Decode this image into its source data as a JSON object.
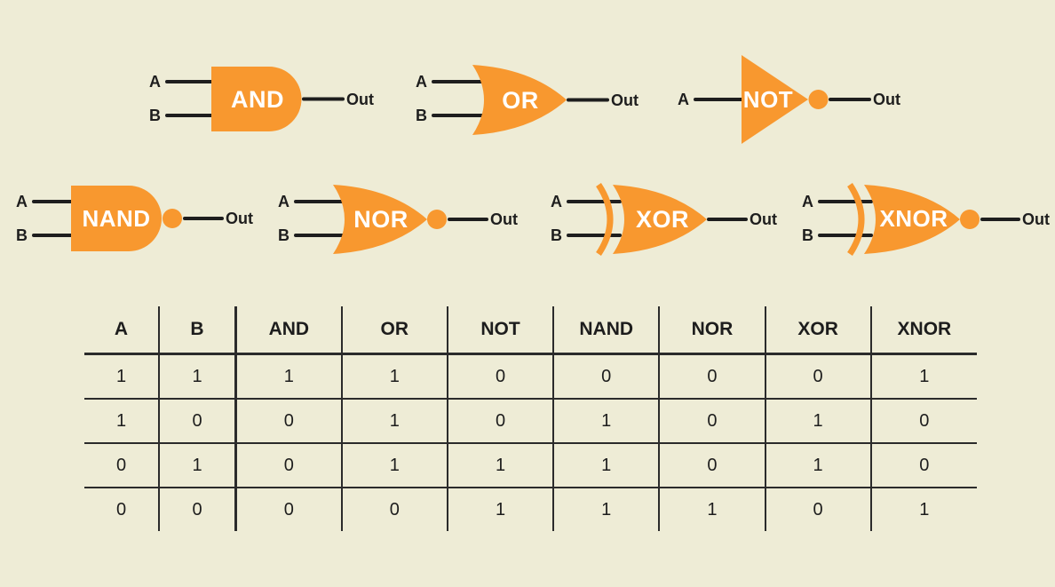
{
  "colors": {
    "background": "#EEECD6",
    "gate_fill": "#F8982F",
    "gate_label": "#FFFFFF",
    "wire": "#1E1E1E",
    "table_line": "#2B2B2B"
  },
  "gates": [
    {
      "id": "and",
      "label": "AND",
      "inputs": [
        "A",
        "B"
      ],
      "output": "Out"
    },
    {
      "id": "or",
      "label": "OR",
      "inputs": [
        "A",
        "B"
      ],
      "output": "Out"
    },
    {
      "id": "not",
      "label": "NOT",
      "inputs": [
        "A"
      ],
      "output": "Out"
    },
    {
      "id": "nand",
      "label": "NAND",
      "inputs": [
        "A",
        "B"
      ],
      "output": "Out"
    },
    {
      "id": "nor",
      "label": "NOR",
      "inputs": [
        "A",
        "B"
      ],
      "output": "Out"
    },
    {
      "id": "xor",
      "label": "XOR",
      "inputs": [
        "A",
        "B"
      ],
      "output": "Out"
    },
    {
      "id": "xnor",
      "label": "XNOR",
      "inputs": [
        "A",
        "B"
      ],
      "output": "Out"
    }
  ],
  "truth_table": {
    "headers": [
      "A",
      "B",
      "AND",
      "OR",
      "NOT",
      "NAND",
      "NOR",
      "XOR",
      "XNOR"
    ],
    "rows": [
      [
        "1",
        "1",
        "1",
        "1",
        "0",
        "0",
        "0",
        "0",
        "1"
      ],
      [
        "1",
        "0",
        "0",
        "1",
        "0",
        "1",
        "0",
        "1",
        "0"
      ],
      [
        "0",
        "1",
        "0",
        "1",
        "1",
        "1",
        "0",
        "1",
        "0"
      ],
      [
        "0",
        "0",
        "0",
        "0",
        "1",
        "1",
        "1",
        "0",
        "1"
      ]
    ]
  }
}
